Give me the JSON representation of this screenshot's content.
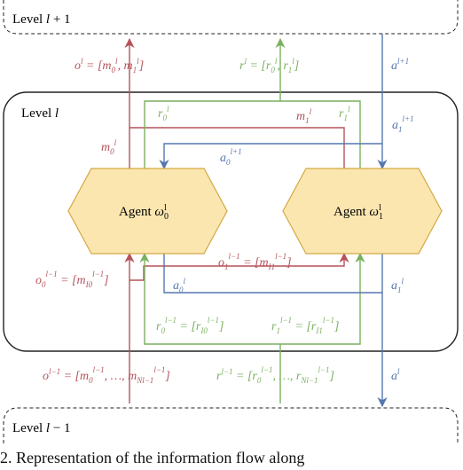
{
  "levels": {
    "top": "Level l + 1",
    "middle": "Level l",
    "bottom": "Level l − 1"
  },
  "agents": {
    "left": "Agent ω0l",
    "right": "Agent ω1l"
  },
  "labels": {
    "o_up": "ol = [m0l, m1l]",
    "r_up": "rl = [r0l, r1l]",
    "a_down_top": "al+1",
    "m0": "m0l",
    "m1": "m1l",
    "r0": "r0l",
    "r1": "r1l",
    "a0_up": "a0l+1",
    "a1_up": "a1l+1",
    "o0_prev": "o0l−1 = [mI0l−1]",
    "o1_prev": "o1l−1 = [mI1l−1]",
    "a0": "a0l",
    "a1": "a1l",
    "r0_prev": "r0l−1 = [rI0l−1]",
    "r1_prev": "r1l−1 = [rI1l−1]",
    "o_prev": "ol−1 = [m0l−1, …, mNl−1l−1]",
    "r_prev": "rl−1 = [r0l−1, …, rNl−1l−1]",
    "a_bottom": "al"
  },
  "caption": "2. Representation of the information flow along"
}
